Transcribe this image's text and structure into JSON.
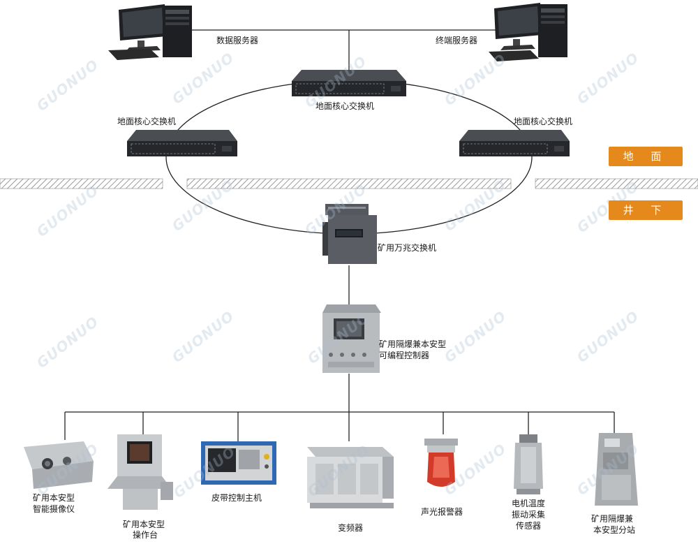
{
  "labels": {
    "data_server": "数据服务器",
    "terminal_server": "终端服务器",
    "core_switch_top": "地面核心交换机",
    "core_switch_left": "地面核心交换机",
    "core_switch_right": "地面核心交换机",
    "mine_gigabit_switch": "矿用万兆交换机",
    "plc_line1": "矿用隔爆兼本安型",
    "plc_line2": "可编程控制器",
    "camera_line1": "矿用本安型",
    "camera_line2": "智能摄像仪",
    "console_line1": "矿用本安型",
    "console_line2": "操作台",
    "belt_controller": "皮带控制主机",
    "inverter": "变频器",
    "alarm": "声光报警器",
    "sensor_line1": "电机温度",
    "sensor_line2": "振动采集",
    "sensor_line3": "传感器",
    "substation_line1": "矿用隔爆兼",
    "substation_line2": "本安型分站"
  },
  "zones": {
    "surface": "地 面",
    "underground": "井 下"
  },
  "watermark": "GUONUO",
  "colors": {
    "zone_badge": "#e6891c",
    "line": "#222222",
    "device_dark": "#2d2f33",
    "device_gray": "#b9bcbf"
  }
}
